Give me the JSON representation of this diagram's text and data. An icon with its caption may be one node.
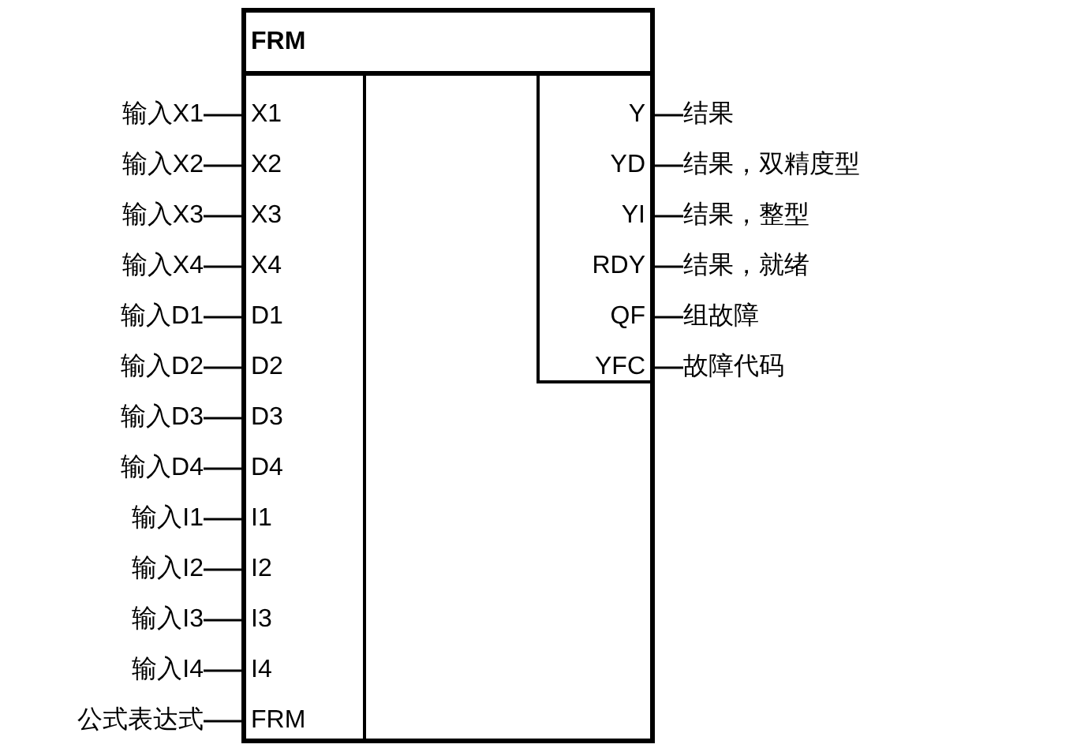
{
  "diagram": {
    "nodes": [
      {
        "text": [
          "FRM"
        ]
      },
      {
        "text": [],
        "shape": "box",
        "in": 0
      },
      {
        "text": [
          "X1"
        ],
        "in": 0
      },
      {
        "text": [
          "X2"
        ],
        "in": 0
      },
      {
        "text": [
          "X3"
        ],
        "in": 0
      },
      {
        "text": [
          "X4"
        ],
        "in": 0
      },
      {
        "text": [
          "D1"
        ],
        "in": 0
      },
      {
        "text": [
          "D2"
        ],
        "in": 0
      },
      {
        "text": [
          "D3"
        ],
        "in": 0
      },
      {
        "text": [
          "D4"
        ],
        "in": 0
      },
      {
        "text": [
          "I1"
        ],
        "in": 0
      },
      {
        "text": [
          "I2"
        ],
        "in": 0
      },
      {
        "text": [
          "I3"
        ],
        "in": 0
      },
      {
        "text": [
          "I4"
        ],
        "in": 0
      },
      {
        "text": [
          "FRM"
        ],
        "in": 0
      },
      {
        "text": [
          "Y"
        ],
        "in": 1
      },
      {
        "text": [
          "YD"
        ],
        "in": 1
      },
      {
        "text": [
          "YI"
        ],
        "in": 1
      },
      {
        "text": [
          "RDY"
        ],
        "in": 1
      },
      {
        "text": [
          "QF"
        ],
        "in": 1
      },
      {
        "text": [
          "YFC"
        ],
        "in": 1
      },
      {
        "text": [
          "输入X1"
        ]
      },
      {
        "text": [
          "输入X2"
        ]
      },
      {
        "text": [
          "输入X3"
        ]
      },
      {
        "text": [
          "输入X4"
        ]
      },
      {
        "text": [
          "输入D1"
        ]
      },
      {
        "text": [
          "输入D2"
        ]
      },
      {
        "text": [
          "输入D3"
        ]
      },
      {
        "text": [
          "输入D4"
        ]
      },
      {
        "text": [
          "输入I1"
        ]
      },
      {
        "text": [
          "输入I2"
        ]
      },
      {
        "text": [
          "输入I3"
        ]
      },
      {
        "text": [
          "输入I4"
        ]
      },
      {
        "text": [
          "公式表达式"
        ]
      },
      {
        "text": [
          "结果"
        ]
      },
      {
        "text": [
          "结果，双精度型"
        ]
      },
      {
        "text": [
          "结果，整型"
        ]
      },
      {
        "text": [
          "结果，就绪"
        ]
      },
      {
        "text": [
          "组故障"
        ]
      },
      {
        "text": [
          "故障代码"
        ]
      }
    ],
    "edges": [
      {
        "from": 21,
        "to": 2,
        "arrow": "none"
      },
      {
        "from": 22,
        "to": 3,
        "arrow": "none"
      },
      {
        "from": 23,
        "to": 4,
        "arrow": "none"
      },
      {
        "from": 24,
        "to": 5,
        "arrow": "none"
      },
      {
        "from": 25,
        "to": 6,
        "arrow": "none"
      },
      {
        "from": 26,
        "to": 7,
        "arrow": "none"
      },
      {
        "from": 27,
        "to": 8,
        "arrow": "none"
      },
      {
        "from": 28,
        "to": 9,
        "arrow": "none"
      },
      {
        "from": 29,
        "to": 10,
        "arrow": "none"
      },
      {
        "from": 30,
        "to": 11,
        "arrow": "none"
      },
      {
        "from": 31,
        "to": 12,
        "arrow": "none"
      },
      {
        "from": 32,
        "to": 13,
        "arrow": "none"
      },
      {
        "from": 33,
        "to": 14,
        "arrow": "none"
      },
      {
        "from": 15,
        "to": 34,
        "arrow": "none"
      },
      {
        "from": 16,
        "to": 35,
        "arrow": "none"
      },
      {
        "from": 17,
        "to": 36,
        "arrow": "none"
      },
      {
        "from": 18,
        "to": 37,
        "arrow": "none"
      },
      {
        "from": 19,
        "to": 38,
        "arrow": "none"
      },
      {
        "from": 20,
        "to": 39,
        "arrow": "none"
      }
    ]
  }
}
